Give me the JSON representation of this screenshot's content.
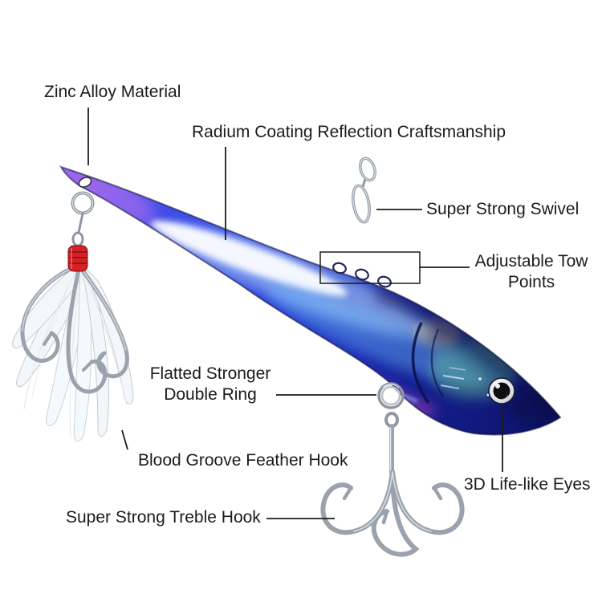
{
  "title": "Fishing lure feature annotation diagram",
  "labels": {
    "zinc": "Zinc Alloy Material",
    "radium": "Radium Coating Reflection Craftsmanship",
    "swivel": "Super Strong Swivel",
    "tow_points": "Adjustable Tow\nPoints",
    "double_ring": "Flatted Stronger\nDouble Ring",
    "feather_hook": "Blood Groove Feather Hook",
    "treble_hook": "Super Strong Treble Hook",
    "eyes": "3D Life-like Eyes"
  },
  "colors": {
    "background": "#ffffff",
    "text": "#1b1b1b",
    "callout_line": "#1b1b1b",
    "body_purple": "#8a5fe0",
    "body_blue": "#2438d8",
    "body_navy": "#0c1268",
    "highlight_white": "#ffffff",
    "highlight_cyan": "#6fc4ff",
    "belly_magenta": "#ff4fd8",
    "gill_green": "#6fe08a",
    "metal_light": "#dfe4e9",
    "metal_mid": "#9aa3ad",
    "metal_dark": "#6d757e",
    "thread_red": "#d42027",
    "feather_white": "#f4f7fa",
    "eye_black": "#0e0e12",
    "eye_ring": "#e9e9e9"
  }
}
